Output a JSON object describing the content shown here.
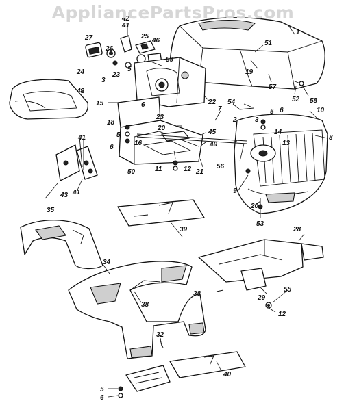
{
  "watermark": "AppliancePartsPros.com",
  "callouts": [
    "1",
    "2",
    "3",
    "5",
    "6",
    "7",
    "8",
    "9",
    "10",
    "11",
    "12",
    "13",
    "14",
    "15",
    "16",
    "18",
    "19",
    "20",
    "21",
    "22",
    "23",
    "24",
    "25",
    "26",
    "27",
    "28",
    "29",
    "32",
    "34",
    "35",
    "38",
    "39",
    "40",
    "41",
    "42",
    "43",
    "45",
    "46",
    "48",
    "49",
    "50",
    "51",
    "52",
    "53",
    "54",
    "55",
    "56",
    "57",
    "58",
    "59"
  ]
}
